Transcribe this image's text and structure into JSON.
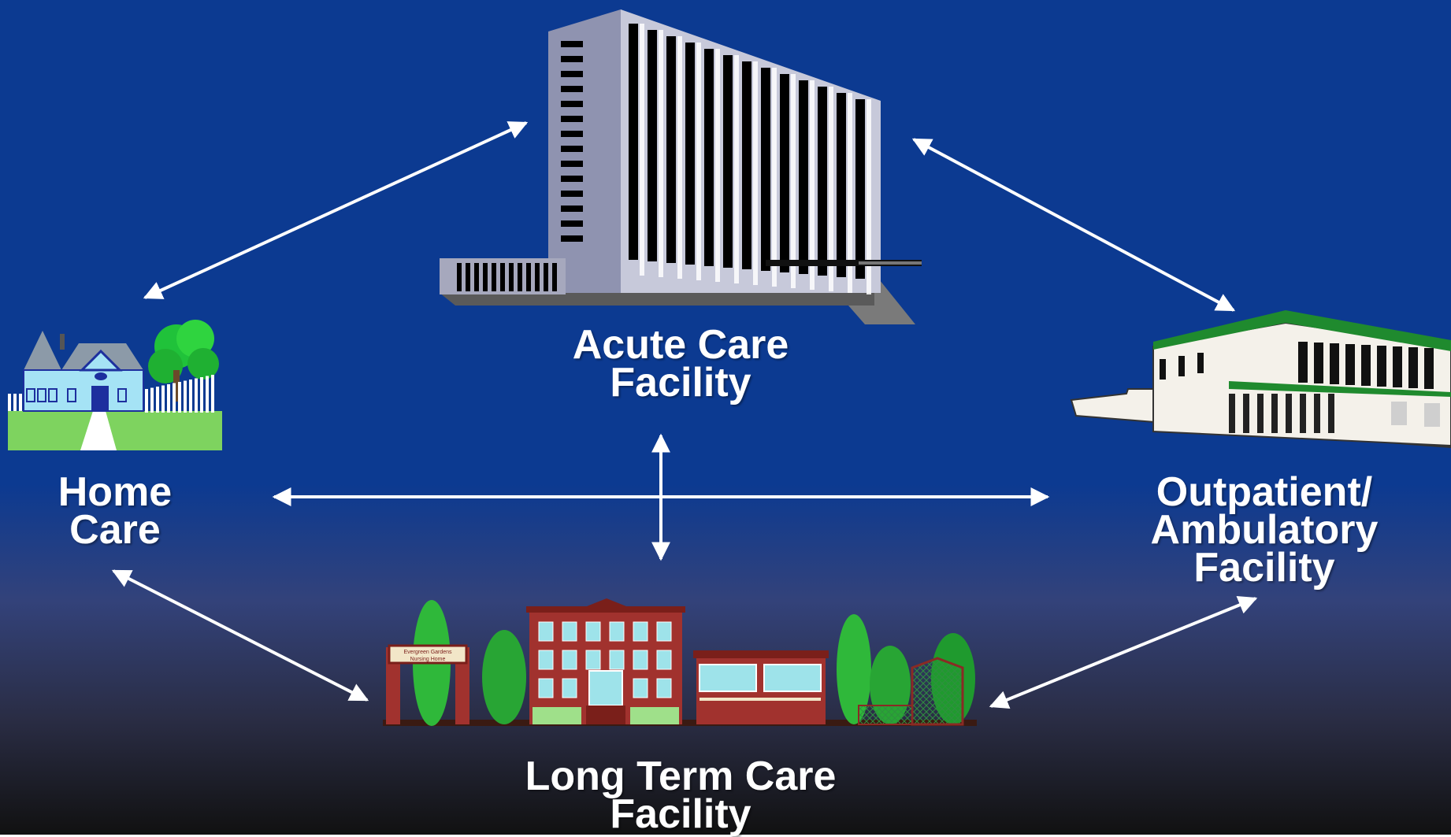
{
  "nodes": {
    "acute": {
      "lines": [
        "Acute Care",
        "Facility"
      ]
    },
    "home": {
      "lines": [
        "Home",
        "Care"
      ]
    },
    "outpatient": {
      "lines": [
        "Outpatient/",
        "Ambulatory",
        "Facility"
      ]
    },
    "longterm": {
      "lines": [
        "Long Term Care",
        "Facility"
      ]
    }
  },
  "signs": {
    "nursing_home": [
      "Evergreen Gardens",
      "Nursing Home"
    ]
  },
  "colors": {
    "background_top": "#0c3a91",
    "background_bottom": "#111111",
    "arrow": "#ffffff",
    "label": "#ffffff"
  },
  "icons": [
    "hospital-building-icon",
    "house-icon",
    "clinic-building-icon",
    "nursing-home-icon"
  ]
}
